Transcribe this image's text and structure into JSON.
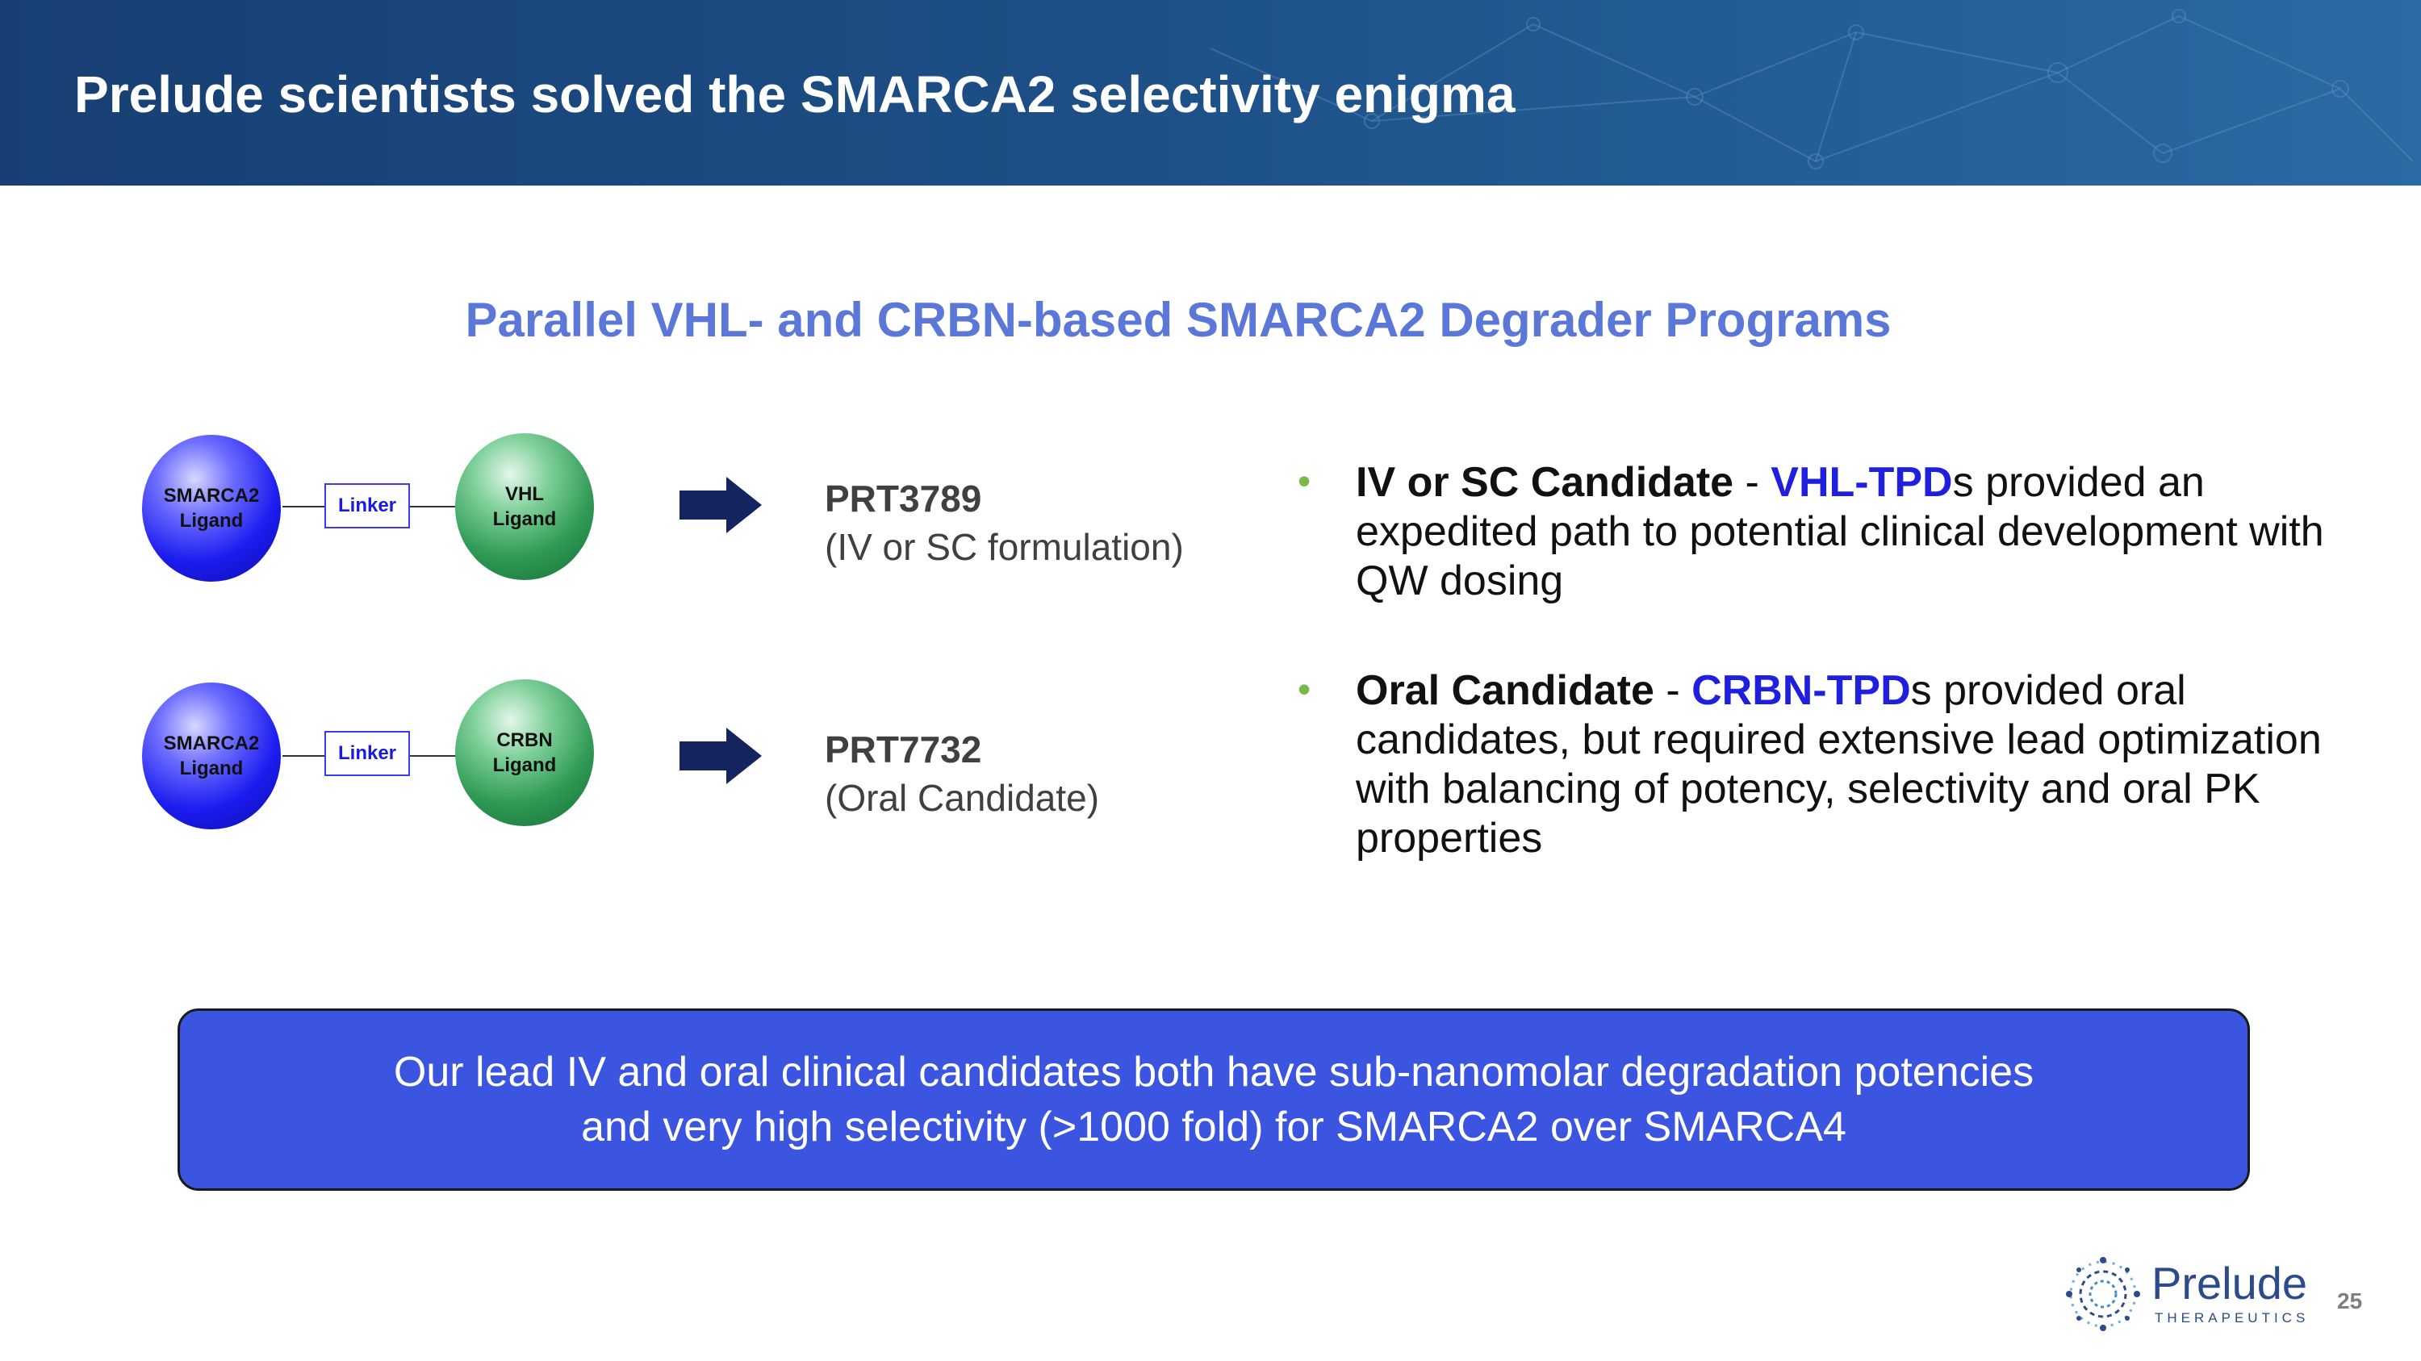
{
  "header": {
    "title": "Prelude scientists solved the SMARCA2 selectivity enigma"
  },
  "subtitle": "Parallel VHL- and CRBN-based SMARCA2 Degrader Programs",
  "programs": [
    {
      "ligand_label_1": "SMARCA2",
      "ligand_label_2": "Ligand",
      "linker": "Linker",
      "e3_label_1": "VHL",
      "e3_label_2": "Ligand",
      "name": "PRT3789",
      "description": "(IV or SC formulation)"
    },
    {
      "ligand_label_1": "SMARCA2",
      "ligand_label_2": "Ligand",
      "linker": "Linker",
      "e3_label_1": "CRBN",
      "e3_label_2": "Ligand",
      "name": "PRT7732",
      "description": "(Oral Candidate)"
    }
  ],
  "bullets": [
    {
      "bold": "IV or SC Candidate",
      "sep": " - ",
      "accent": "VHL-TPD",
      "rest": "s provided an expedited path to potential clinical development with QW dosing"
    },
    {
      "bold": "Oral Candidate",
      "sep": " - ",
      "accent": "CRBN-TPD",
      "rest": "s provided oral candidates, but required extensive lead optimization with balancing of potency, selectivity and oral PK properties"
    }
  ],
  "callout": {
    "line1": "Our lead IV and oral clinical candidates both have sub-nanomolar degradation potencies",
    "line2": "and very high selectivity (>1000 fold) for SMARCA2 over SMARCA4"
  },
  "logo": {
    "word": "Prelude",
    "sub": "THERAPEUTICS"
  },
  "page_number": "25",
  "colors": {
    "header_bg": "#1d4f86",
    "subtitle": "#5b78d8",
    "accent_text": "#1f1fe0",
    "callout_bg": "#3b55e0",
    "arrow": "#14245e",
    "bullet": "#79b84a"
  },
  "icons": [
    "right-arrow-icon",
    "prelude-logo-icon",
    "network-pattern-icon"
  ]
}
